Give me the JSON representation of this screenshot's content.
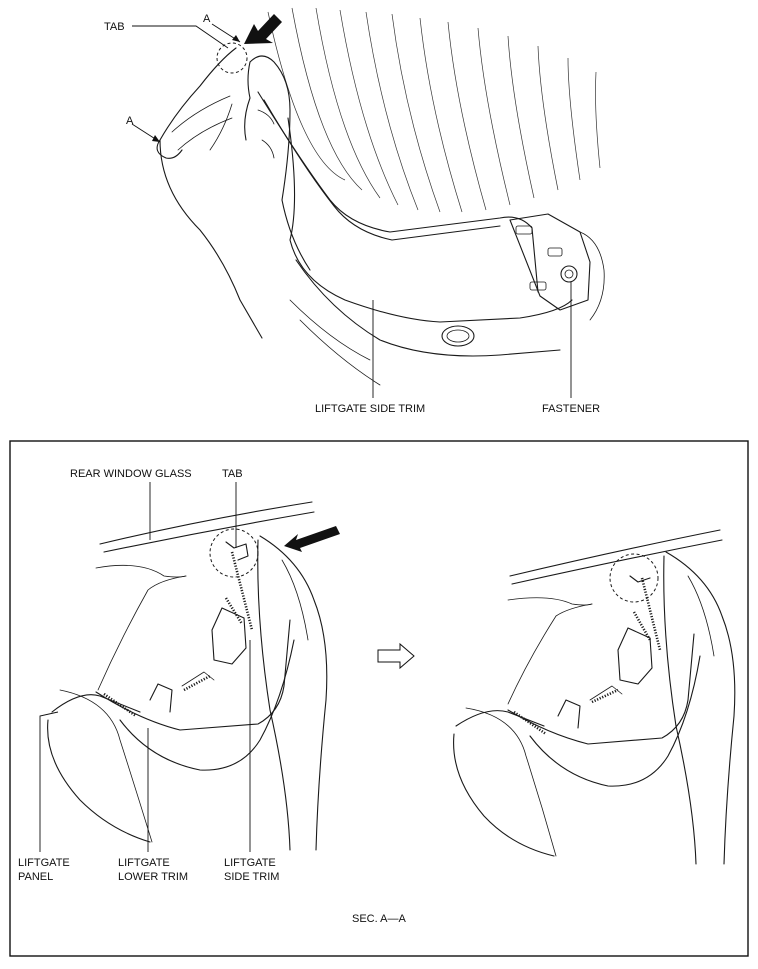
{
  "top_view": {
    "tab_label": "TAB",
    "section_mark_upper": "A",
    "section_mark_lower": "A",
    "side_trim_label": "LIFTGATE SIDE TRIM",
    "fastener_label": "FASTENER"
  },
  "section_view": {
    "glass_label": "REAR WINDOW GLASS",
    "tab_label": "TAB",
    "panel_label": [
      "LIFTGATE",
      "PANEL"
    ],
    "lower_trim_label": [
      "LIFTGATE",
      "LOWER TRIM"
    ],
    "side_trim_label": [
      "LIFTGATE",
      "SIDE TRIM"
    ],
    "caption": "SEC. A—A"
  },
  "icons": {
    "push_arrow": "push-direction-arrow-icon",
    "transition_arrow": "hollow-right-arrow-icon"
  }
}
